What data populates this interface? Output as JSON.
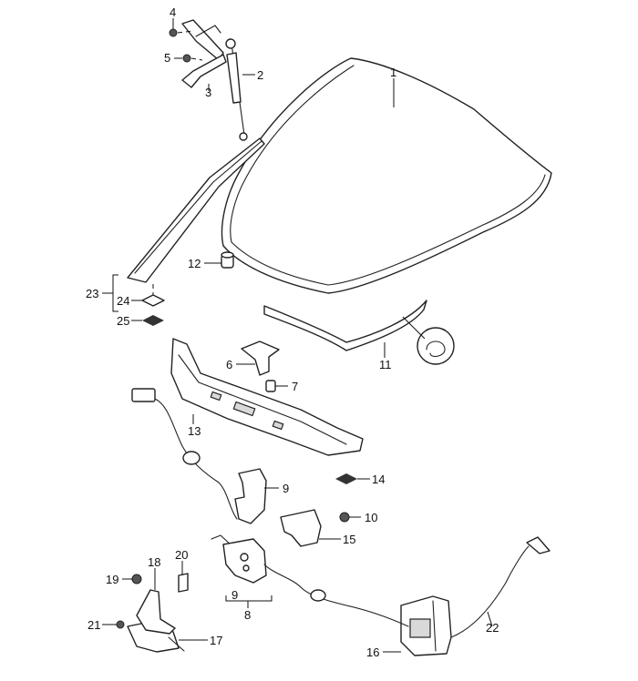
{
  "callouts": {
    "c1": "1",
    "c2": "2",
    "c3": "3",
    "c4": "4",
    "c5": "5",
    "c6": "6",
    "c7": "7",
    "c8": "8",
    "c9a": "9",
    "c9b": "9",
    "c10": "10",
    "c11": "11",
    "c12": "12",
    "c13": "13",
    "c14": "14",
    "c15": "15",
    "c16": "16",
    "c17": "17",
    "c18": "18",
    "c19": "19",
    "c20": "20",
    "c21": "21",
    "c22": "22",
    "c23": "23",
    "c24": "24",
    "c25": "25"
  }
}
